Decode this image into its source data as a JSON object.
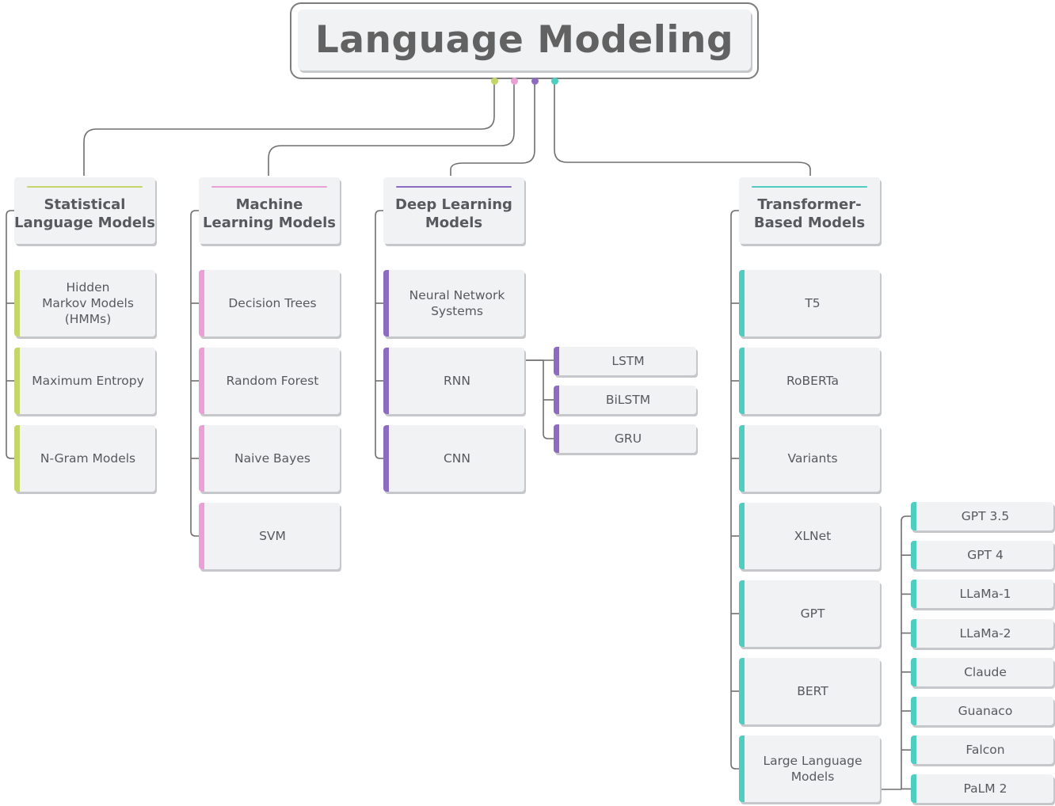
{
  "title": "Language Modeling",
  "colors": {
    "statistical": "#c6d56a",
    "machine": "#ea9fd6",
    "deep": "#8c6bc0",
    "transformer": "#4fcdc0",
    "connector": "#6f6f6f"
  },
  "categories": [
    {
      "key": "statistical",
      "header": "Statistical\nLanguage Models",
      "items": [
        "Hidden\nMarkov Models\n(HMMs)",
        "Maximum Entropy",
        "N-Gram Models"
      ]
    },
    {
      "key": "machine",
      "header": "Machine\nLearning Models",
      "items": [
        "Decision Trees",
        "Random Forest",
        "Naive Bayes",
        "SVM"
      ]
    },
    {
      "key": "deep",
      "header": "Deep Learning\nModels",
      "items": [
        "Neural Network\nSystems",
        "RNN",
        "CNN"
      ],
      "rnn_variants": [
        "LSTM",
        "BiLSTM",
        "GRU"
      ]
    },
    {
      "key": "transformer",
      "header": "Transformer-\nBased Models",
      "items": [
        "T5",
        "RoBERTa",
        "Variants",
        "XLNet",
        "GPT",
        "BERT",
        "Large Language\nModels"
      ],
      "llm_examples": [
        "GPT 3.5",
        "GPT 4",
        "LLaMa-1",
        "LLaMa-2",
        "Claude",
        "Guanaco",
        "Falcon",
        "PaLM 2"
      ]
    }
  ]
}
